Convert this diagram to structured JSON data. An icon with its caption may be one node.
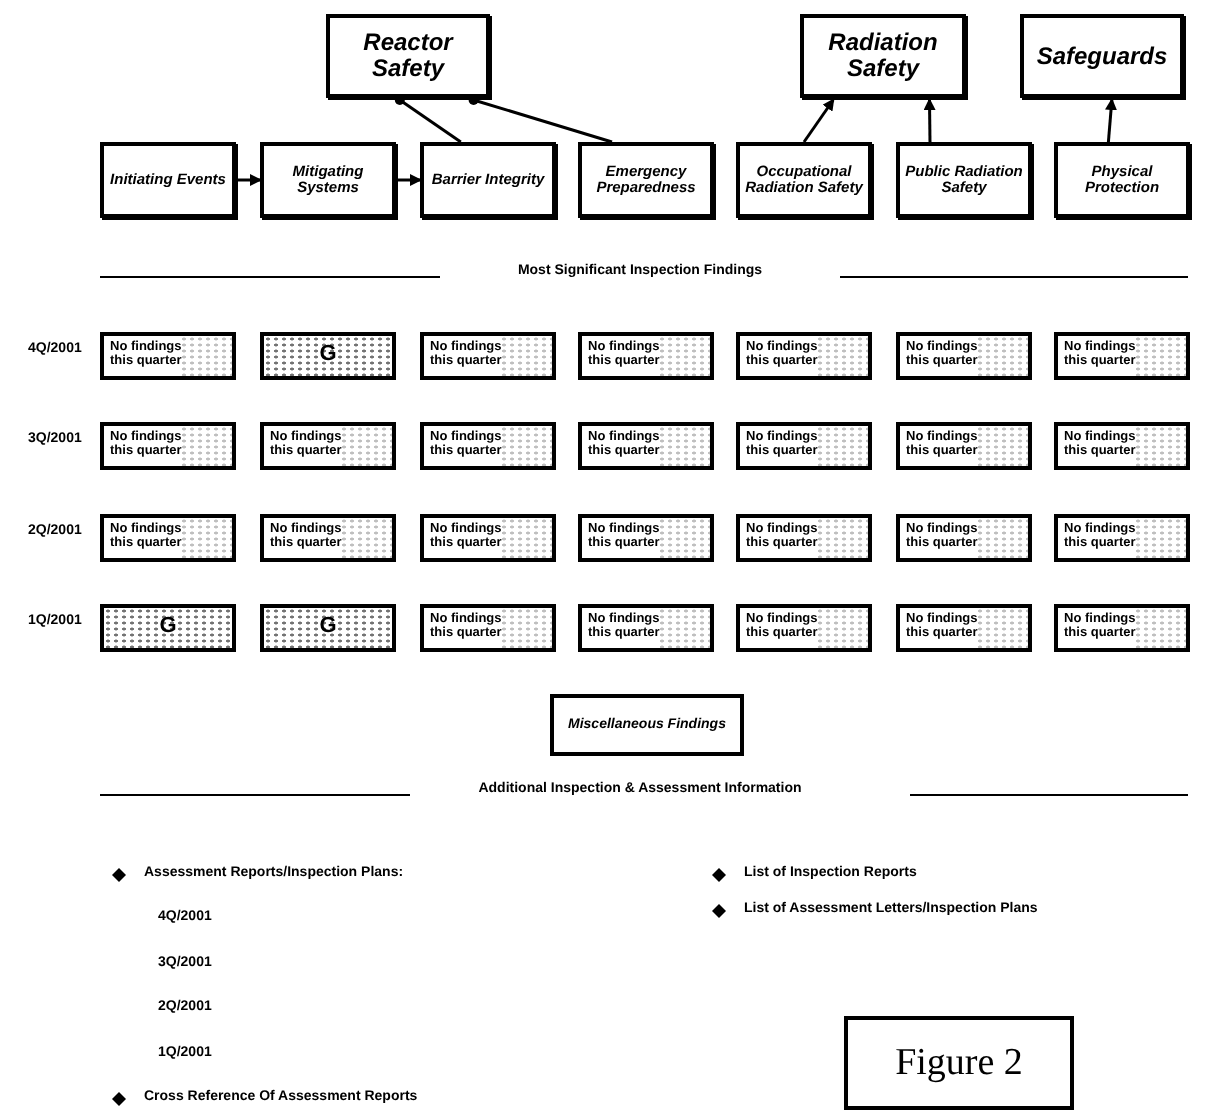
{
  "diagram": {
    "nodes": [
      {
        "text": [
          "Reactor Safety"
        ]
      },
      {
        "text": [
          "Radiation Safety"
        ]
      },
      {
        "text": [
          "Safeguards"
        ]
      },
      {
        "text": [
          "Initiating Events"
        ]
      },
      {
        "text": [
          "Mitigating Systems"
        ]
      },
      {
        "text": [
          "Barrier Integrity"
        ]
      },
      {
        "text": [
          "Emergency Preparedness"
        ]
      },
      {
        "text": [
          "Occupational Radiation Safety"
        ]
      },
      {
        "text": [
          "Public Radiation Safety"
        ]
      },
      {
        "text": [
          "Physical Protection"
        ]
      },
      {
        "text": [
          "No findings this quarter"
        ]
      },
      {
        "text": [
          "G"
        ]
      },
      {
        "text": [
          "No findings this quarter"
        ]
      },
      {
        "text": [
          "No findings this quarter"
        ]
      },
      {
        "text": [
          "No findings this quarter"
        ]
      },
      {
        "text": [
          "No findings this quarter"
        ]
      },
      {
        "text": [
          "No findings this quarter"
        ]
      },
      {
        "text": [
          "No findings this quarter"
        ]
      },
      {
        "text": [
          "No findings this quarter"
        ]
      },
      {
        "text": [
          "No findings this quarter"
        ]
      },
      {
        "text": [
          "No findings this quarter"
        ]
      },
      {
        "text": [
          "No findings this quarter"
        ]
      },
      {
        "text": [
          "No findings this quarter"
        ]
      },
      {
        "text": [
          "No findings this quarter"
        ]
      },
      {
        "text": [
          "No findings this quarter"
        ]
      },
      {
        "text": [
          "No findings this quarter"
        ]
      },
      {
        "text": [
          "No findings this quarter"
        ]
      },
      {
        "text": [
          "No findings this quarter"
        ]
      },
      {
        "text": [
          "No findings this quarter"
        ]
      },
      {
        "text": [
          "No findings this quarter"
        ]
      },
      {
        "text": [
          "No findings this quarter"
        ]
      },
      {
        "text": [
          "G"
        ]
      },
      {
        "text": [
          "G"
        ]
      },
      {
        "text": [
          "No findings this quarter"
        ]
      },
      {
        "text": [
          "No findings this quarter"
        ]
      },
      {
        "text": [
          "No findings this quarter"
        ]
      },
      {
        "text": [
          "No findings this quarter"
        ]
      },
      {
        "text": [
          "No findings this quarter"
        ]
      },
      {
        "text": [
          "Miscellaneous Findings"
        ]
      },
      {
        "text": [
          "Figure 2"
        ]
      }
    ],
    "edges": [
      {
        "from": 3,
        "to": 4,
        "arrow": "to"
      },
      {
        "from": 4,
        "to": 5,
        "arrow": "to"
      },
      {
        "from": 5,
        "to": 0,
        "arrow": "other"
      },
      {
        "from": 6,
        "to": 0,
        "arrow": "other"
      },
      {
        "from": 7,
        "to": 1,
        "arrow": "to"
      },
      {
        "from": 8,
        "to": 1,
        "arrow": "to"
      },
      {
        "from": 9,
        "to": 2,
        "arrow": "to"
      }
    ],
    "labels": [
      "Most Significant Inspection Findings",
      "4Q/2001",
      "3Q/2001",
      "2Q/2001",
      "1Q/2001",
      "Additional Inspection & Assessment Information",
      "Assessment Reports/Inspection Plans:",
      "List of Inspection Reports",
      "List of Assessment Letters/Inspection Plans",
      "4Q/2001",
      "3Q/2001",
      "2Q/2001",
      "1Q/2001",
      "Cross Reference Of Assessment Reports"
    ]
  }
}
